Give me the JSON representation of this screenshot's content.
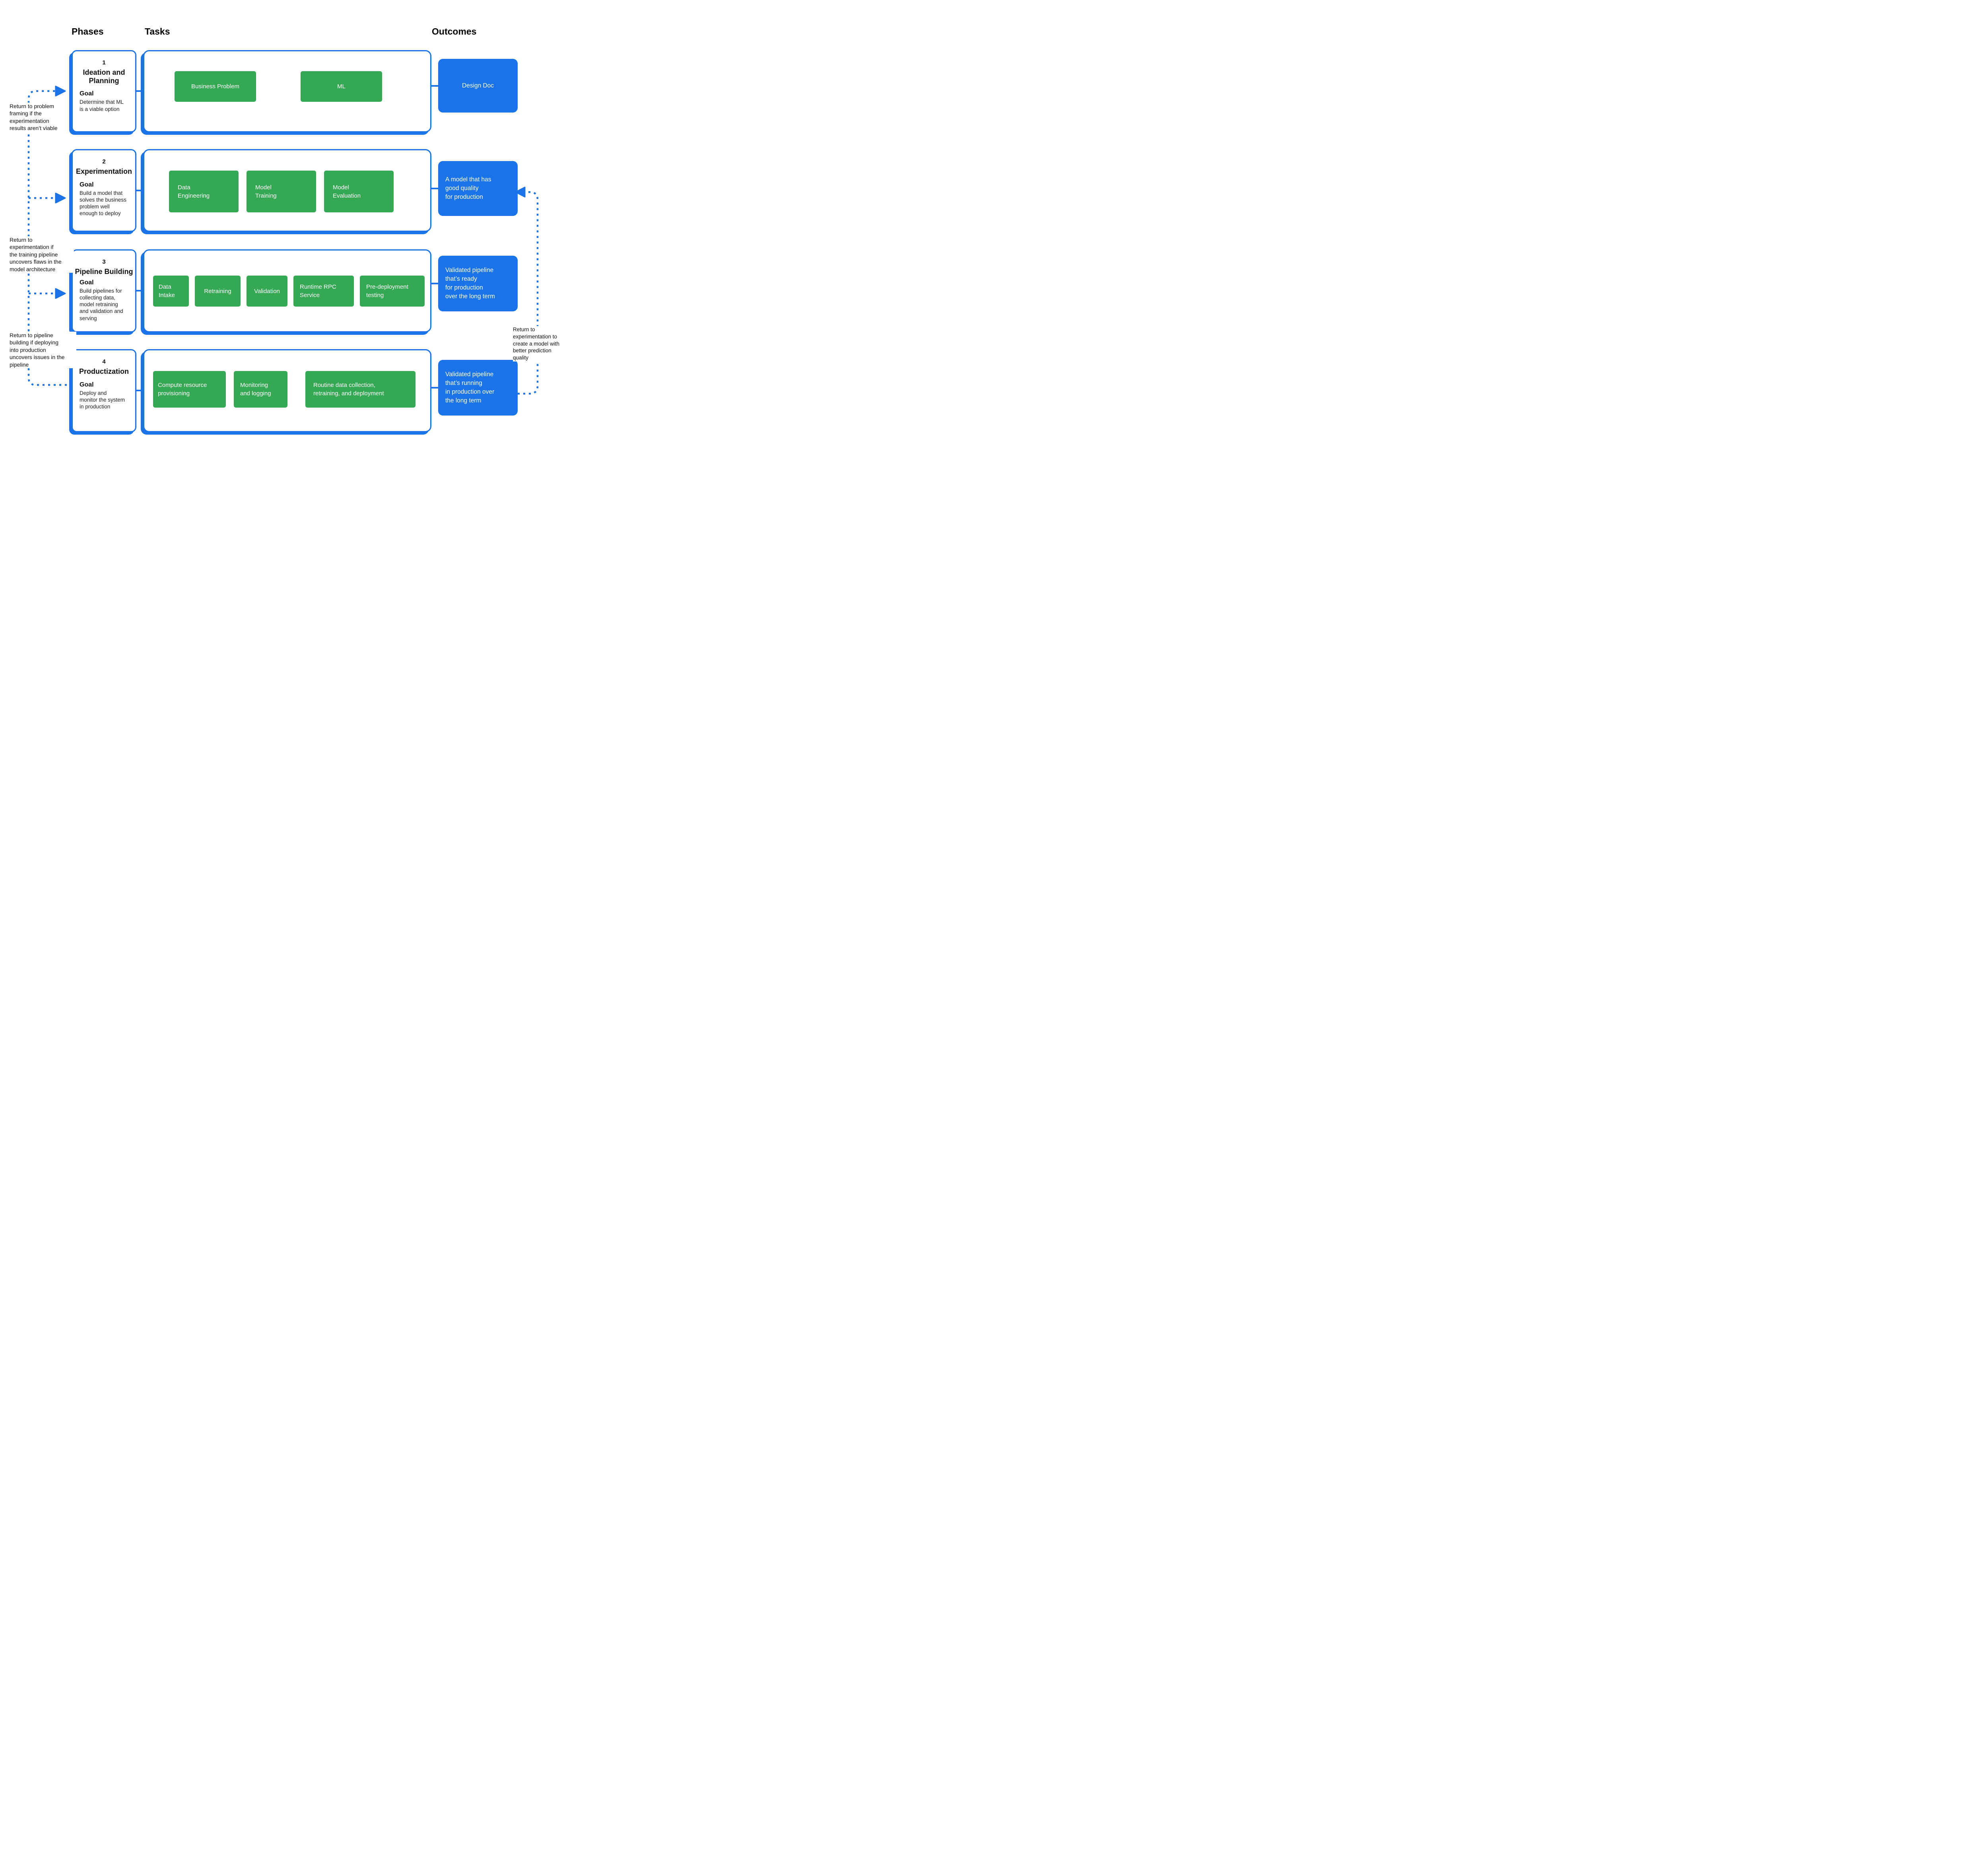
{
  "headers": {
    "phases": "Phases",
    "tasks": "Tasks",
    "outcomes": "Outcomes"
  },
  "colors": {
    "accent_blue": "#1a73e8",
    "accent_green": "#34a853",
    "text": "#111111"
  },
  "annotations": {
    "left": [
      {
        "text": "Return to problem\nframing if the\nexperimentation\nresults aren’t viable"
      },
      {
        "text": "Return to\nexperimentation if\nthe training pipeline\nuncovers flaws in the\nmodel architecture"
      },
      {
        "text": "Return to pipeline\nbuilding if deploying\ninto production\nuncovers issues in the\npipeline"
      }
    ],
    "right": {
      "text": "Return to\nexperimentation to\ncreate a model with\nbetter prediction\nquality"
    }
  },
  "phases": [
    {
      "number": "1",
      "title": "Ideation and\nPlanning",
      "goal_label": "Goal",
      "goal": "Determine that ML\nis a viable option",
      "tasks": [
        {
          "label": "Business Problem"
        },
        {
          "label": "ML"
        }
      ],
      "outcome": "Design Doc"
    },
    {
      "number": "2",
      "title": "Experimentation",
      "goal_label": "Goal",
      "goal": "Build a model that\nsolves the business\nproblem well\nenough to deploy",
      "tasks": [
        {
          "label": "Data\nEngineering"
        },
        {
          "label": "Model\nTraining"
        },
        {
          "label": "Model\nEvaluation"
        }
      ],
      "outcome": "A model that has\ngood quality\nfor production"
    },
    {
      "number": "3",
      "title": "Pipeline Building",
      "goal_label": "Goal",
      "goal": "Build pipelines for\ncollecting data,\nmodel retraining\nand validation and\nserving",
      "tasks": [
        {
          "label": "Data\nIntake"
        },
        {
          "label": "Retraining"
        },
        {
          "label": "Validation"
        },
        {
          "label": "Runtime RPC\nService"
        },
        {
          "label": "Pre-deployment\ntesting"
        }
      ],
      "outcome": "Validated pipeline\nthat’s ready\nfor production\nover the long term"
    },
    {
      "number": "4",
      "title": "Productization",
      "goal_label": "Goal",
      "goal": "Deploy and\nmonitor the system\nin production",
      "tasks": [
        {
          "label": "Compute  resource\nprovisioning"
        },
        {
          "label": "Monitoring\nand logging"
        },
        {
          "label": "Routine data collection,\nretraining, and deployment"
        }
      ],
      "outcome": "Validated pipeline\nthat’s running\nin production over\nthe long term"
    }
  ]
}
